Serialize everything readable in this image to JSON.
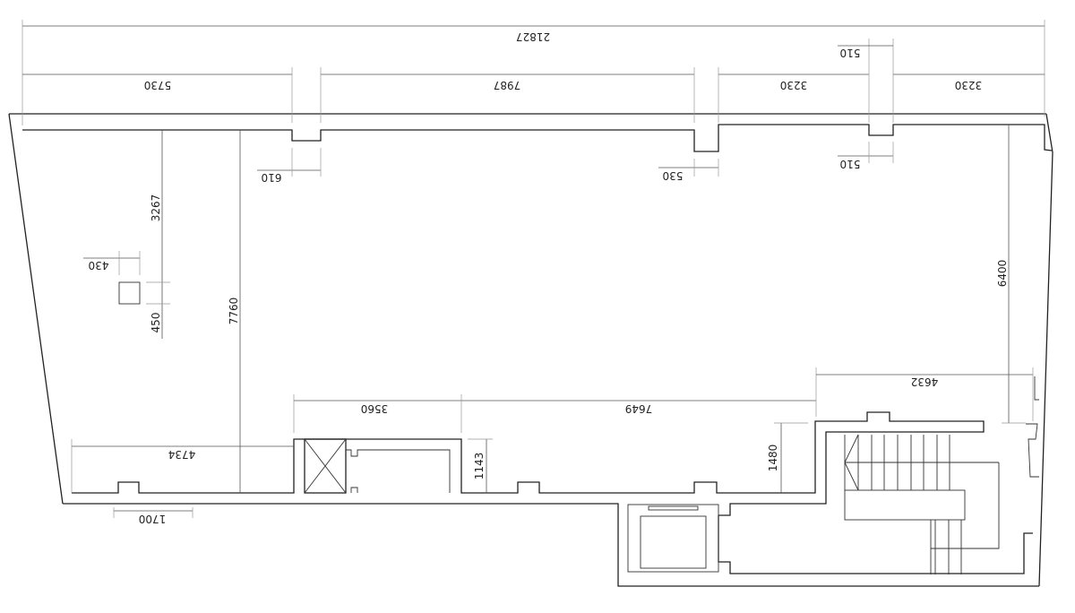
{
  "drawing": {
    "type": "architectural floor plan",
    "units": "mm",
    "colors": {
      "background": "#ffffff",
      "lines": "#222222",
      "dimension_lines": "#555555"
    }
  },
  "dimensions": {
    "overall_width": "21827",
    "top_segments": [
      "5730",
      "7987",
      "3230",
      "3230"
    ],
    "top_pier_widths": [
      "610",
      "530",
      "510",
      "510"
    ],
    "left_column_offset_from_top": "3267",
    "column_width": "430",
    "column_depth": "450",
    "left_room_depth": "7760",
    "right_room_depth": "6400",
    "right_bottom_width": "4632",
    "bottom_left_width": "4734",
    "bottom_niche_width": "1700",
    "shaft_width": "3560",
    "shaft_depth": "1143",
    "bottom_middle_width": "7649",
    "stair_setback_depth": "1480"
  },
  "elements": {
    "column": "square column",
    "shaft": "service shaft with X (void)",
    "elevator": "elevator car",
    "stair": "stairwell with treads"
  }
}
